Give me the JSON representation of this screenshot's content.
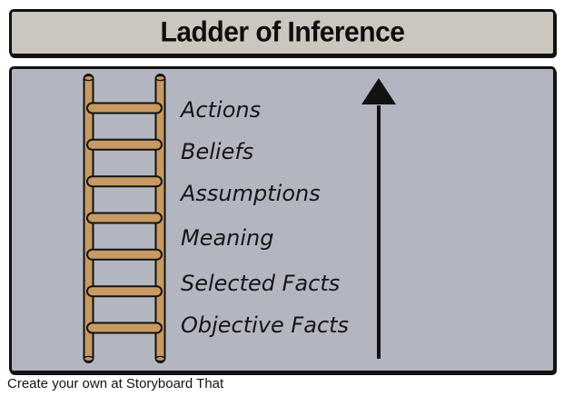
{
  "title_bar": {
    "title": "Ladder of Inference"
  },
  "diagram": {
    "labels": [
      "Actions",
      "Beliefs",
      "Assumptions",
      "Meaning",
      "Selected Facts",
      "Objective Facts"
    ],
    "ladder": {
      "rung_count": 7,
      "fill_color": "#c79a63",
      "outline_color": "#121212"
    },
    "arrow": {
      "direction": "up",
      "color": "#121212"
    },
    "panel_background": "#b3b5c1",
    "title_background": "#cbc7bf"
  },
  "footer": {
    "credit": "Create your own at Storyboard That"
  }
}
